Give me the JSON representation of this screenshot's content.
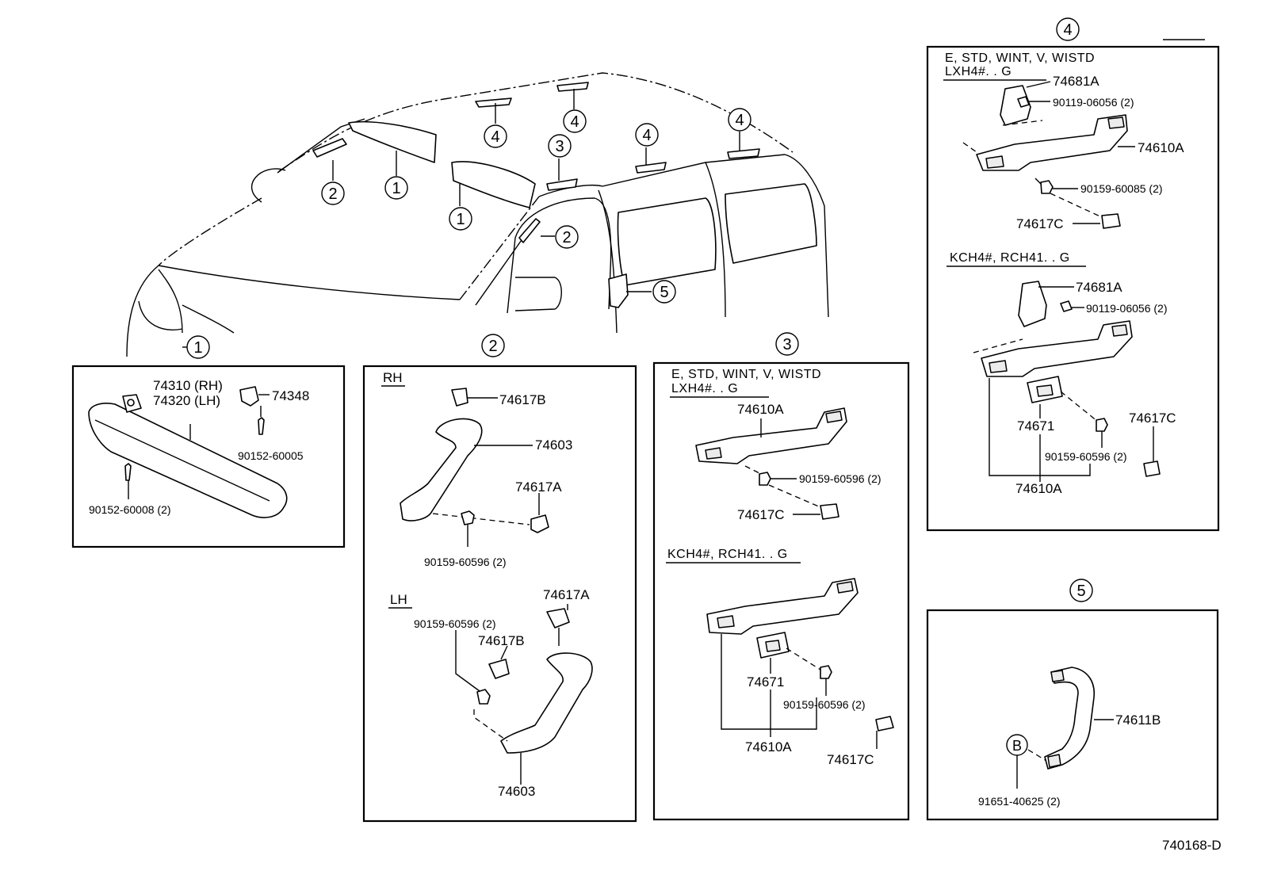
{
  "overview": {
    "callouts": [
      "1",
      "1",
      "1",
      "2",
      "2",
      "3",
      "4",
      "4",
      "4",
      "4",
      "5"
    ]
  },
  "sections": {
    "s1": {
      "title": "1",
      "labels": {
        "rh": "74310 (RH)",
        "lh": "74320 (LH)",
        "clip": "74348",
        "screw1": "90152-60005",
        "screw2": "90152-60008 (2)"
      }
    },
    "s2": {
      "title": "2",
      "rh_heading": "RH",
      "lh_heading": "LH",
      "labels": {
        "rh_cap_b": "74617B",
        "rh_grip": "74603",
        "rh_cap_a": "74617A",
        "rh_screw": "90159-60596 (2)",
        "lh_cap_a": "74617A",
        "lh_screw": "90159-60596 (2)",
        "lh_cap_b": "74617B",
        "lh_grip": "74603"
      }
    },
    "s3": {
      "title": "3",
      "cond1_line1": "E, STD, WINT, V, WISTD",
      "cond1_line2": "LXH4#. . G",
      "cond2": "KCH4#, RCH41. . G",
      "labels": {
        "grip1": "74610A",
        "screw1": "90159-60596 (2)",
        "cap1": "74617C",
        "hanger": "74671",
        "screw2": "90159-60596 (2)",
        "grip2": "74610A",
        "cap2": "74617C"
      }
    },
    "s4": {
      "title": "4",
      "cond1_line1": "E, STD, WINT, V, WISTD",
      "cond1_line2": "LXH4#. . G",
      "cond2": "KCH4#, RCH41. . G",
      "labels": {
        "bracket1": "74681A",
        "bolt1": "90119-06056 (2)",
        "grip1": "74610A",
        "screw1": "90159-60085 (2)",
        "cap1": "74617C",
        "bracket2": "74681A",
        "bolt2": "90119-06056 (2)",
        "hanger": "74671",
        "cap2": "74617C",
        "screw2": "90159-60596 (2)",
        "grip2": "74610A"
      }
    },
    "s5": {
      "title": "5",
      "labels": {
        "grip": "74611B",
        "ref": "B",
        "screw": "91651-40625 (2)"
      }
    }
  },
  "figure_code": "740168-D"
}
